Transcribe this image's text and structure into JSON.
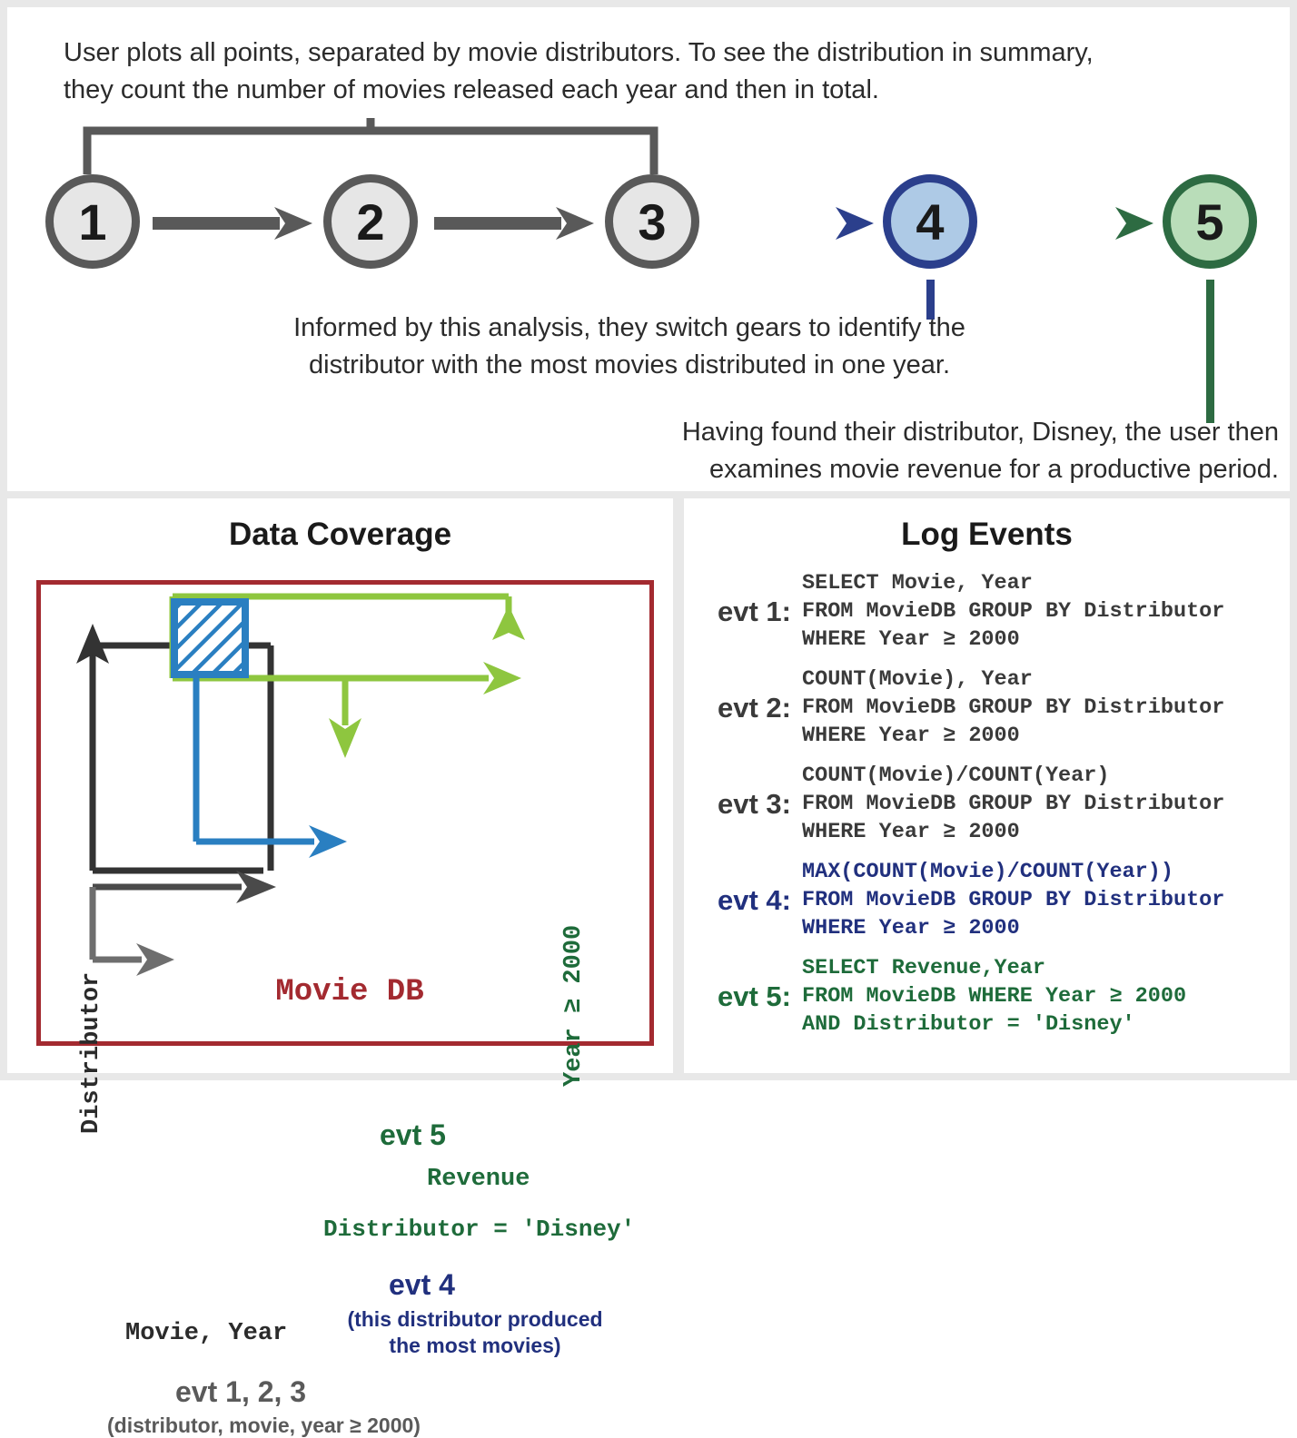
{
  "narrative": {
    "step_a": "User plots all points, separated by movie distributors. To see the distribution in summary, they count the number of movies released each year and then in total.",
    "step_b": "Informed by this analysis, they switch gears to identify the distributor with the most movies distributed in one year.",
    "step_c": "Having found their distributor, Disney, the user then examines movie revenue for a productive period."
  },
  "flow": {
    "nodes": [
      {
        "label": "1",
        "style": "grey"
      },
      {
        "label": "2",
        "style": "grey"
      },
      {
        "label": "3",
        "style": "grey"
      },
      {
        "label": "4",
        "style": "blue"
      },
      {
        "label": "5",
        "style": "green"
      }
    ]
  },
  "colors": {
    "grey_stroke": "#595959",
    "blue_stroke": "#21307e",
    "blue_fill": "#aecae6",
    "green_stroke": "#2d6b42",
    "green_fill": "#b9ddb9",
    "light_green": "#8ec63f",
    "db_red": "#a32a30",
    "sky_blue": "#2a7fc1",
    "panel_bg": "#ffffff",
    "page_bg": "#e8e8e8"
  },
  "data_coverage": {
    "title": "Data Coverage",
    "db_label": "Movie DB",
    "axis_y": "Distributor",
    "axis_x": "Movie, Year",
    "evt5_label": "evt 5",
    "evt5_revenue": "Revenue",
    "evt5_year": "Year ≥ 2000",
    "evt5_filter": "Distributor = 'Disney'",
    "evt4_label": "evt 4",
    "evt4_note": "(this distributor produced the most movies)",
    "evt123_label": "evt 1, 2, 3",
    "evt123_note": "(distributor, movie, year ≥ 2000)"
  },
  "log_events": {
    "title": "Log Events",
    "events": [
      {
        "key": "evt 1:",
        "color": "c-dark",
        "sql": "SELECT Movie, Year\nFROM MovieDB GROUP BY Distributor\nWHERE Year ≥ 2000"
      },
      {
        "key": "evt 2:",
        "color": "c-dark",
        "sql": "COUNT(Movie), Year\nFROM MovieDB GROUP BY Distributor\nWHERE Year ≥ 2000"
      },
      {
        "key": "evt 3:",
        "color": "c-dark",
        "sql": "COUNT(Movie)/COUNT(Year)\nFROM MovieDB GROUP BY Distributor\nWHERE Year ≥ 2000"
      },
      {
        "key": "evt 4:",
        "color": "c-blue",
        "sql": "MAX(COUNT(Movie)/COUNT(Year))\nFROM MovieDB GROUP BY Distributor\nWHERE Year ≥ 2000"
      },
      {
        "key": "evt 5:",
        "color": "c-green",
        "sql": "SELECT Revenue,Year\nFROM MovieDB WHERE Year ≥ 2000\nAND Distributor = 'Disney'"
      }
    ]
  }
}
